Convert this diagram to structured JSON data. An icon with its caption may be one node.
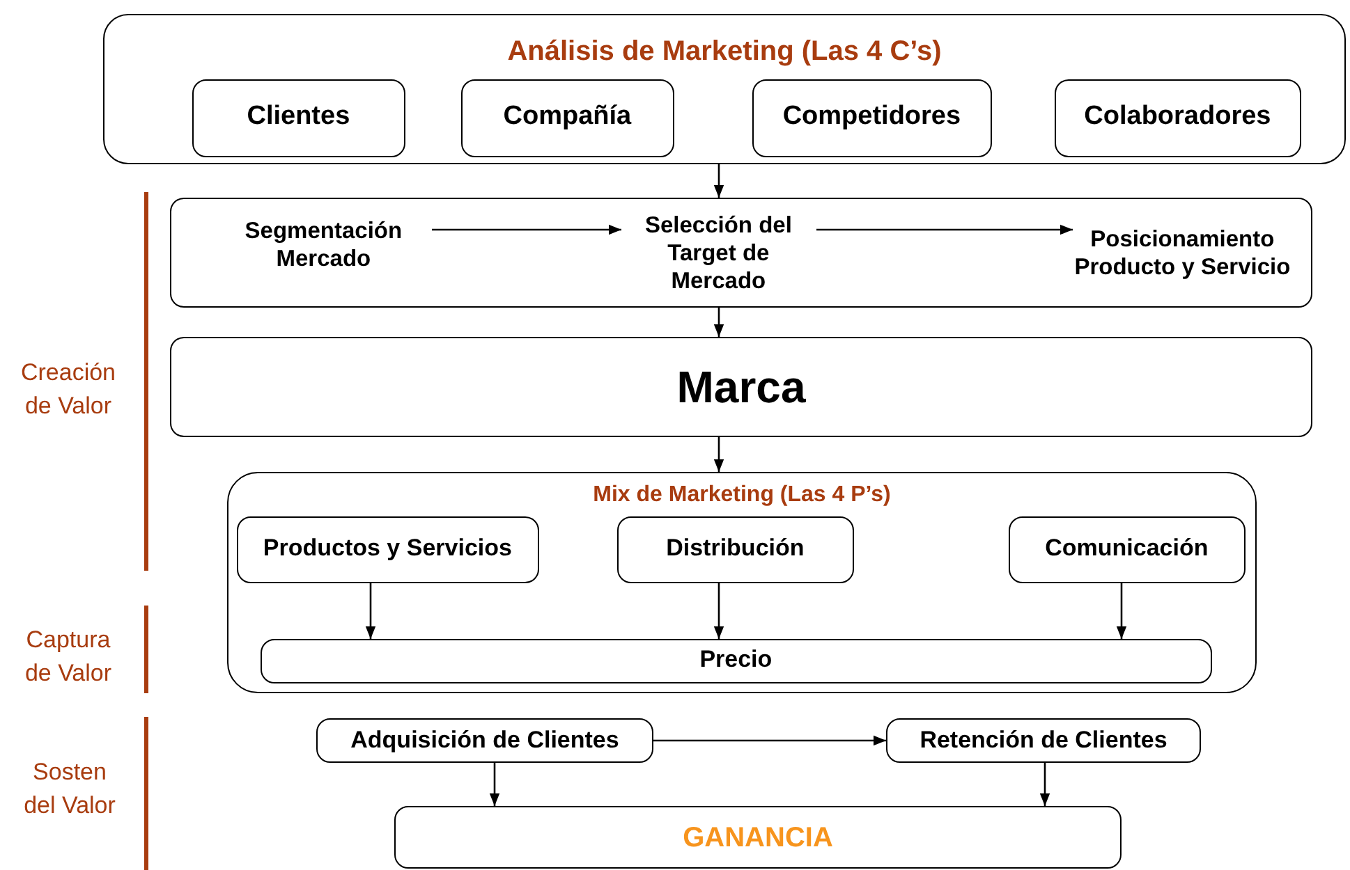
{
  "diagram": {
    "nodes": [
      {
        "text": [
          "Análisis de Marketing (Las 4 C’s)"
        ]
      },
      {
        "text": [
          "Clientes"
        ],
        "in": 0
      },
      {
        "text": [
          "Compañía"
        ],
        "in": 0
      },
      {
        "text": [
          "Competidores"
        ],
        "in": 0
      },
      {
        "text": [
          "Colaboradores"
        ],
        "in": 0
      },
      {
        "text": [],
        "shape": "box"
      },
      {
        "text": [
          "Segmentación Mercado"
        ],
        "in": 5
      },
      {
        "text": [
          "Selección del Target de Mercado"
        ],
        "in": 5
      },
      {
        "text": [
          "Posicionamiento Producto y Servicio"
        ],
        "in": 5
      },
      {
        "text": [
          "Marca"
        ]
      },
      {
        "text": [
          "Mix de Marketing (Las 4 P’s)"
        ]
      },
      {
        "text": [
          "Productos y Servicios"
        ],
        "in": 10
      },
      {
        "text": [
          "Distribución"
        ],
        "in": 10
      },
      {
        "text": [
          "Comunicación"
        ],
        "in": 10
      },
      {
        "text": [
          "Precio"
        ],
        "in": 10
      },
      {
        "text": [
          "Adquisición de Clientes"
        ]
      },
      {
        "text": [
          "Retención de Clientes"
        ]
      },
      {
        "text": [
          "GANANCIA"
        ]
      }
    ],
    "edges": [
      {
        "from": 0,
        "to": 5,
        "arrow": "to"
      },
      {
        "from": 6,
        "to": 7,
        "arrow": "to"
      },
      {
        "from": 7,
        "to": 8,
        "arrow": "to"
      },
      {
        "from": 5,
        "to": 9,
        "arrow": "to"
      },
      {
        "from": 9,
        "to": 10,
        "arrow": "to"
      },
      {
        "from": 11,
        "to": 14,
        "arrow": "to"
      },
      {
        "from": 12,
        "to": 14,
        "arrow": "to"
      },
      {
        "from": 13,
        "to": 14,
        "arrow": "to"
      },
      {
        "from": 15,
        "to": 16,
        "arrow": "to"
      },
      {
        "from": 15,
        "to": 17,
        "arrow": "to"
      },
      {
        "from": 16,
        "to": 17,
        "arrow": "to"
      }
    ],
    "labels": [
      "Creación de Valor",
      "Captura de Valor",
      "Sosten del Valor"
    ]
  }
}
